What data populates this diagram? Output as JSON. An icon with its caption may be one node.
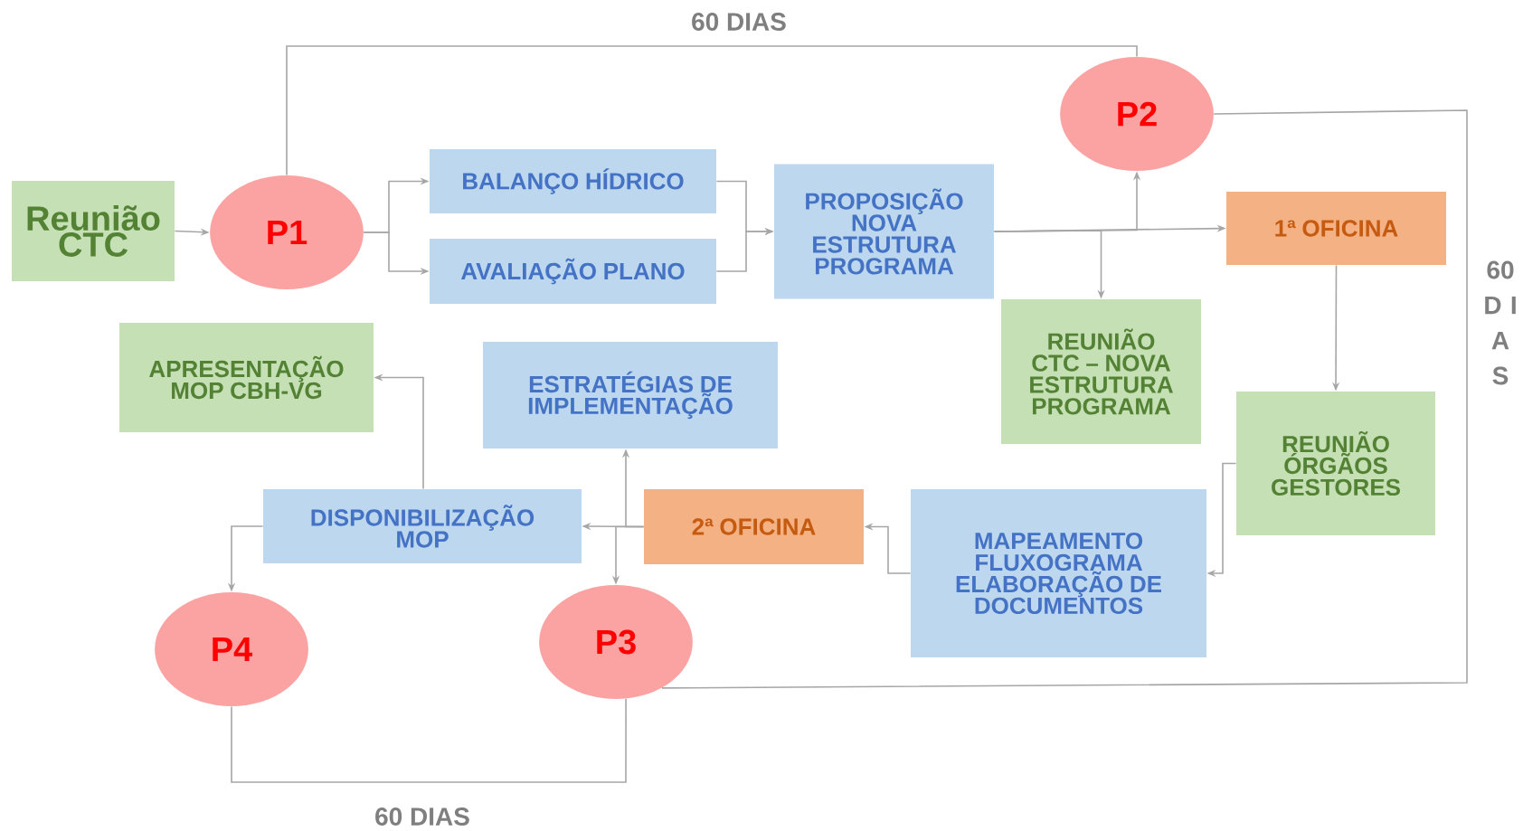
{
  "diagram": {
    "nodes": [
      {
        "text": [
          "Reunião CTC"
        ]
      },
      {
        "text": [
          "P1"
        ]
      },
      {
        "text": [
          "BALANÇO HÍDRICO"
        ]
      },
      {
        "text": [
          "AVALIAÇÃO PLANO"
        ]
      },
      {
        "text": [
          "PROPOSIÇÃO NOVA ESTRUTURA PROGRAMA"
        ]
      },
      {
        "text": [
          "P2"
        ]
      },
      {
        "text": [
          "1ª OFICINA"
        ]
      },
      {
        "text": [
          "REUNIÃO CTC – NOVA ESTRUTURA PROGRAMA"
        ]
      },
      {
        "text": [
          "REUNIÃO ÓRGÃOS GESTORES"
        ]
      },
      {
        "text": [
          "MAPEAMENTO FLUXOGRAMA ELABORAÇÃO DE DOCUMENTOS"
        ]
      },
      {
        "text": [
          "2ª OFICINA"
        ]
      },
      {
        "text": [
          "ESTRATÉGIAS DE IMPLEMENTAÇÃO"
        ]
      },
      {
        "text": [
          "APRESENTAÇÃO MOP CBH-VG"
        ]
      },
      {
        "text": [
          "DISPONIBILIZAÇÃO MOP"
        ]
      },
      {
        "text": [
          "P3"
        ]
      },
      {
        "text": [
          "P4"
        ]
      }
    ],
    "edges": [
      {
        "from": 0,
        "to": 1,
        "arrow": "to"
      },
      {
        "from": 1,
        "to": 2,
        "arrow": "to"
      },
      {
        "from": 1,
        "to": 3,
        "arrow": "to"
      },
      {
        "from": 2,
        "to": 4,
        "arrow": "to"
      },
      {
        "from": 3,
        "to": 4,
        "arrow": "to"
      },
      {
        "from": 4,
        "to": 6,
        "arrow": "to"
      },
      {
        "from": 4,
        "to": 5,
        "arrow": "to"
      },
      {
        "from": 4,
        "to": 7,
        "arrow": "to"
      },
      {
        "from": 1,
        "to": 5,
        "arrow": "none",
        "label": "60 DIAS"
      },
      {
        "from": 6,
        "to": 8,
        "arrow": "to"
      },
      {
        "from": 8,
        "to": 9,
        "arrow": "to"
      },
      {
        "from": 9,
        "to": 10,
        "arrow": "to"
      },
      {
        "from": 10,
        "to": 13,
        "arrow": "to"
      },
      {
        "from": 10,
        "to": 11,
        "arrow": "to"
      },
      {
        "from": 10,
        "to": 14,
        "arrow": "to"
      },
      {
        "from": 13,
        "to": 12,
        "arrow": "to"
      },
      {
        "from": 13,
        "to": 15,
        "arrow": "to"
      },
      {
        "from": 15,
        "to": 14,
        "arrow": "none",
        "label": "60 DIAS"
      },
      {
        "from": 5,
        "to": 14,
        "arrow": "none",
        "label": "60 D I A S"
      }
    ]
  }
}
